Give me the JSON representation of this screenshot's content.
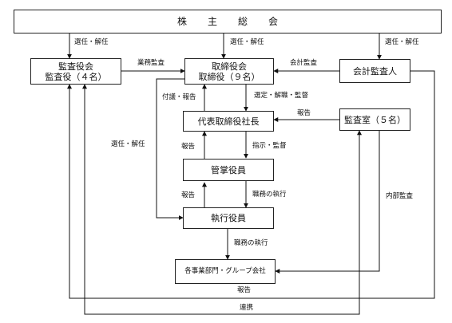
{
  "boxes": {
    "shareholders": "株主総会",
    "auditors_l1": "監査役会",
    "auditors_l2": "監査役（４名）",
    "board_l1": "取締役会",
    "board_l2": "取締役（９名）",
    "accounting_auditor": "会計監査人",
    "president": "代表取締役社長",
    "audit_office": "監査室（５名）",
    "managing_officers": "管掌役員",
    "executive_officers": "執行役員",
    "business_units": "各事業部門・グループ会社"
  },
  "labels": {
    "elect_dismiss_1": "選任・解任",
    "elect_dismiss_2": "選任・解任",
    "elect_dismiss_3": "選任・解任",
    "elect_dismiss_4": "選任・解任",
    "business_audit": "業務監査",
    "accounting_audit": "会計監査",
    "appoint_dismiss_supervise": "選定・解職・監督",
    "refer_report": "付議・報告",
    "report_audit_office": "報告",
    "report_1": "報告",
    "instruct_supervise": "指示・監督",
    "report_2": "報告",
    "execute_duties_1": "職務の執行",
    "execute_duties_2": "職務の執行",
    "internal_audit": "内部監査",
    "report_bottom": "報告",
    "cooperation": "連携"
  }
}
